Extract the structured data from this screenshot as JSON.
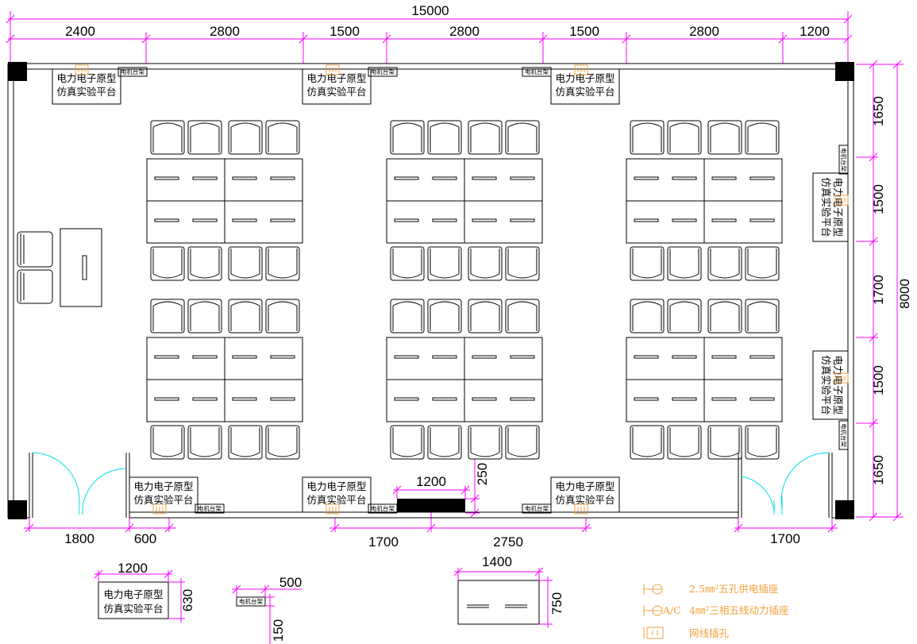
{
  "dimensions": {
    "total_width": "15000",
    "total_height": "8000",
    "top_segments": [
      "2400",
      "2800",
      "1500",
      "2800",
      "1500",
      "2800",
      "1200"
    ],
    "right_segments": [
      "1650",
      "1500",
      "1700",
      "1500",
      "1650"
    ],
    "bottom_left_door": "1800",
    "bottom_left_gap": "600",
    "bottom_middle_a": "1700",
    "bottom_middle_b": "2750",
    "bottom_right_door": "1700",
    "screen_width": "1200",
    "screen_depth": "250"
  },
  "labels": {
    "platform_line1": "电力电子原型",
    "platform_line2": "仿真实验平台",
    "motor_rack": "电机台架"
  },
  "details": {
    "platform_width": "1200",
    "platform_depth": "630",
    "rack_width": "500",
    "rack_depth": "150",
    "desk_width": "1400",
    "desk_depth": "750"
  },
  "legend": [
    {
      "icon": "five-hole-socket-icon",
      "symbol_text": "",
      "text": "2.5㎜²五孔供电插座"
    },
    {
      "icon": "three-phase-socket-icon",
      "symbol_text": "A/C",
      "text": "4㎜²三相五线动力插座"
    },
    {
      "icon": "network-port-icon",
      "symbol_text": "",
      "text": "网线插孔"
    }
  ],
  "colors": {
    "dimension": "#ff00ff",
    "door_swing": "#00e0e8",
    "socket_symbol": "#f0a23c",
    "lines": "#000000"
  }
}
